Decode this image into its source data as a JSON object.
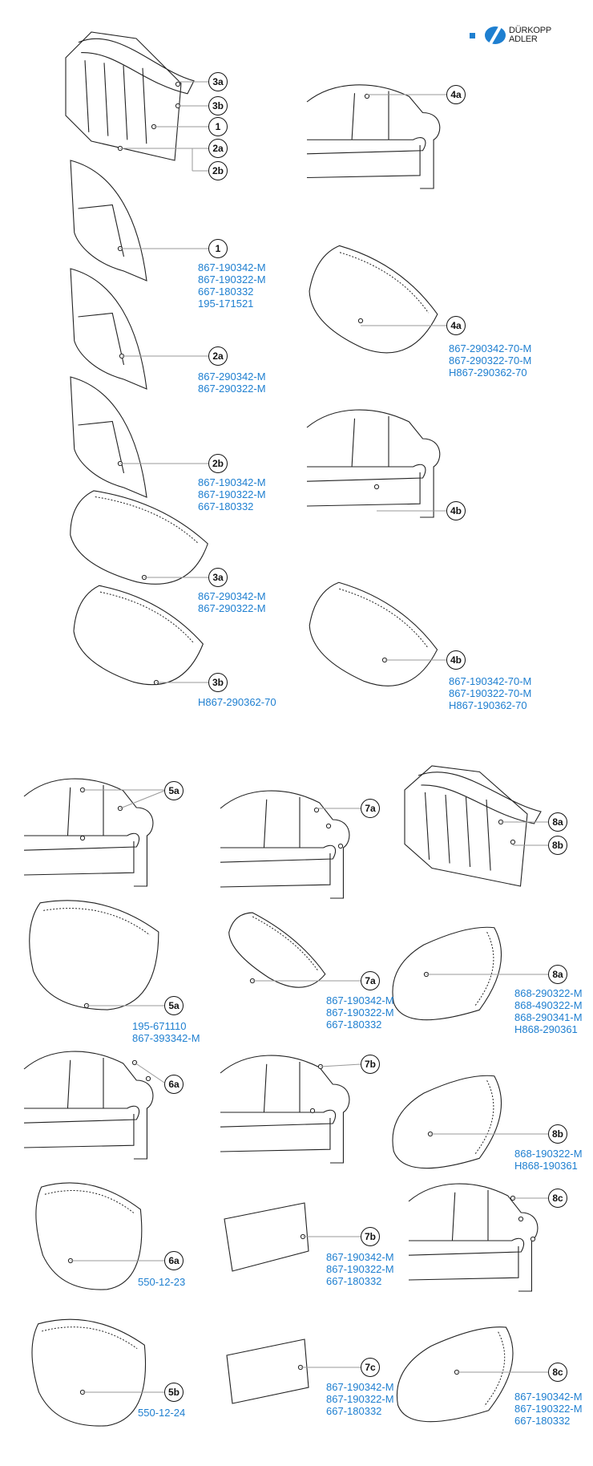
{
  "brand": {
    "line1": "DÜRKOPP",
    "line2": "ADLER",
    "color": "#1e7fd0"
  },
  "callouts": {
    "c3a_top": "3a",
    "c3b_top": "3b",
    "c1_top": "1",
    "c2a_top": "2a",
    "c2b_top": "2b",
    "c4a_top": "4a",
    "c1": "1",
    "c2a": "2a",
    "c2b": "2b",
    "c3a": "3a",
    "c3b": "3b",
    "c4a": "4a",
    "c4b_sofa": "4b",
    "c4b": "4b",
    "c5a_sofa": "5a",
    "c7a_sofa": "7a",
    "c8a_top": "8a",
    "c8b_top": "8b",
    "c5a": "5a",
    "c7a": "7a",
    "c8a": "8a",
    "c6a_sofa": "6a",
    "c7b_sofa": "7b",
    "c8b": "8b",
    "c6a": "6a",
    "c7b": "7b",
    "c8c_sofa": "8c",
    "c5b": "5b",
    "c7c": "7c",
    "c8c": "8c"
  },
  "parts": {
    "p1": [
      "867-190342-M",
      "867-190322-M",
      "667-180332",
      "195-171521"
    ],
    "p2a": [
      "867-290342-M",
      "867-290322-M"
    ],
    "p2b": [
      "867-190342-M",
      "867-190322-M",
      "667-180332"
    ],
    "p3a": [
      "867-290342-M",
      "867-290322-M"
    ],
    "p3b": [
      "H867-290362-70"
    ],
    "p4a": [
      "867-290342-70-M",
      "867-290322-70-M",
      "H867-290362-70"
    ],
    "p4b": [
      "867-190342-70-M",
      "867-190322-70-M",
      "H867-190362-70"
    ],
    "p5a": [
      "195-671110",
      "867-393342-M"
    ],
    "p7a": [
      "867-190342-M",
      "867-190322-M",
      "667-180332"
    ],
    "p8a": [
      "868-290322-M",
      "868-490322-M",
      "868-290341-M",
      "H868-290361"
    ],
    "p8b": [
      "868-190322-M",
      "H868-190361"
    ],
    "p6a": [
      "550-12-23"
    ],
    "p7b": [
      "867-190342-M",
      "867-190322-M",
      "667-180332"
    ],
    "p5b": [
      "550-12-24"
    ],
    "p7c": [
      "867-190342-M",
      "867-190322-M",
      "667-180332"
    ],
    "p8c": [
      "867-190342-M",
      "867-190322-M",
      "667-180332"
    ]
  }
}
